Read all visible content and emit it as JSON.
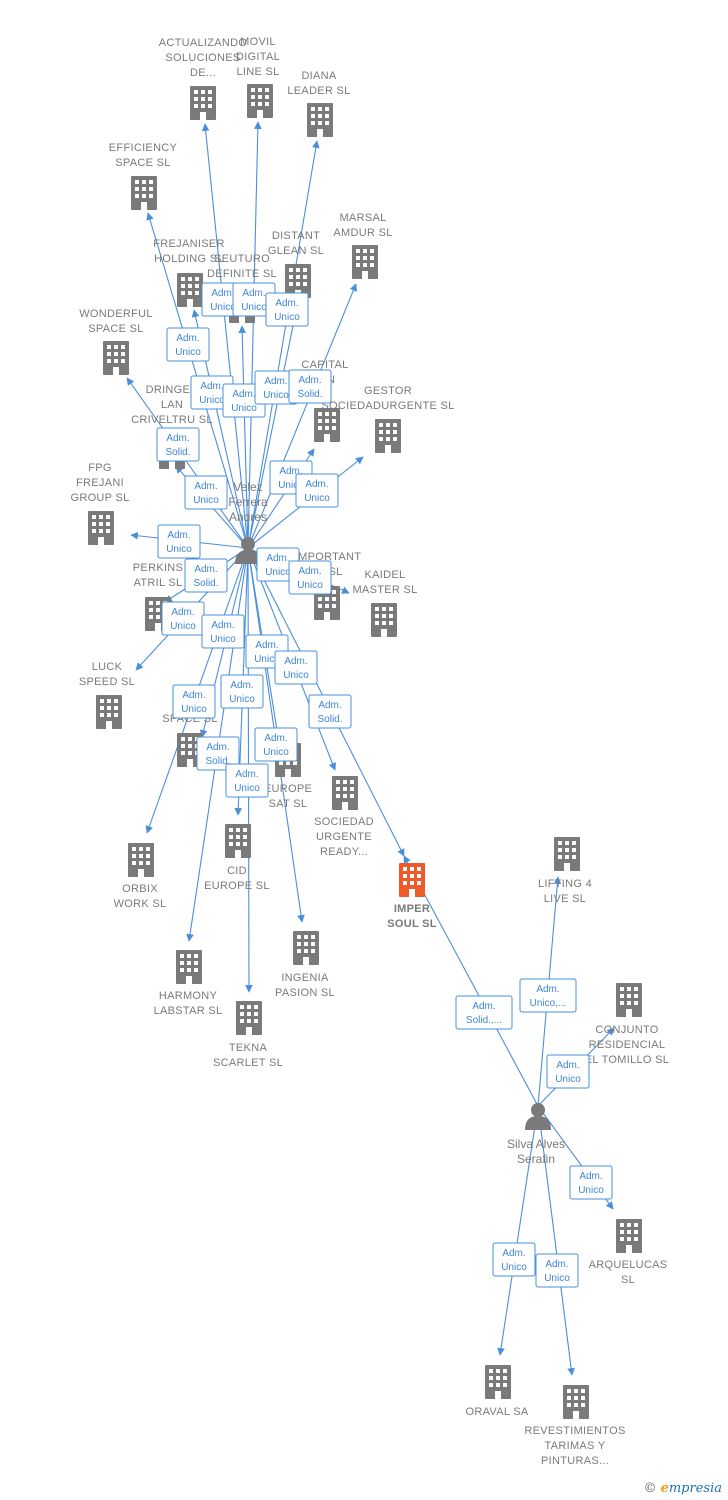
{
  "colors": {
    "edge": "#4a8fdc",
    "building": "#7a7a7a",
    "focus_building": "#f05a28",
    "person": "#7a7a7a",
    "label": "#7a7a7a"
  },
  "persons": [
    {
      "id": "velez",
      "lines": [
        "Velez",
        "Ferrera",
        "Andres"
      ]
    },
    {
      "id": "silva",
      "lines": [
        "Silva Alves",
        "Serafin"
      ]
    }
  ],
  "companies": [
    {
      "id": "actualizando",
      "lines": [
        "ACTUALIZANDO",
        "SOLUCIONES",
        "DE..."
      ]
    },
    {
      "id": "movil",
      "lines": [
        "MOVIL",
        "DIGITAL",
        "LINE SL"
      ]
    },
    {
      "id": "diana",
      "lines": [
        "DIANA",
        "LEADER SL"
      ]
    },
    {
      "id": "efficiency",
      "lines": [
        "EFFICIENCY",
        "SPACE SL"
      ]
    },
    {
      "id": "frejaniser",
      "lines": [
        "FREJANISER",
        "HOLDING SL"
      ]
    },
    {
      "id": "seuturo",
      "lines": [
        "SEUTURO",
        "DEFINITE SL"
      ]
    },
    {
      "id": "distant",
      "lines": [
        "DISTANT",
        "GLEAN SL"
      ]
    },
    {
      "id": "marsal",
      "lines": [
        "MARSAL",
        "AMDUR SL"
      ]
    },
    {
      "id": "wonderful",
      "lines": [
        "WONDERFUL",
        "SPACE SL"
      ]
    },
    {
      "id": "dringer",
      "lines": [
        "DRINGER",
        "LAN",
        "CRIVELTRU SL"
      ]
    },
    {
      "id": "capital",
      "lines": [
        "CAPITAL",
        "ION"
      ]
    },
    {
      "id": "gestor",
      "lines": [
        "GESTOR",
        "SOCIEDADURGENTE SL"
      ]
    },
    {
      "id": "fpg",
      "lines": [
        "FPG",
        "FREJANI",
        "GROUP SL"
      ]
    },
    {
      "id": "important",
      "lines": [
        "IMPORTANT",
        "ID SL"
      ]
    },
    {
      "id": "kaidel",
      "lines": [
        "KAIDEL",
        "MASTER SL"
      ]
    },
    {
      "id": "perkins",
      "lines": [
        "PERKINS",
        "ATRIL SL"
      ]
    },
    {
      "id": "luck",
      "lines": [
        "LUCK",
        "SPEED SL"
      ]
    },
    {
      "id": "space",
      "lines": [
        "S",
        "SPACE SL"
      ]
    },
    {
      "id": "europesat",
      "lines": [
        "EUROPE",
        "SAT SL"
      ]
    },
    {
      "id": "sociedad",
      "lines": [
        "SOCIEDAD",
        "URGENTE",
        "READY..."
      ]
    },
    {
      "id": "orbix",
      "lines": [
        "ORBIX",
        "WORK SL"
      ]
    },
    {
      "id": "cid",
      "lines": [
        "CID",
        "EUROPE SL"
      ]
    },
    {
      "id": "imper",
      "lines": [
        "IMPER",
        "SOUL SL"
      ]
    },
    {
      "id": "lifting",
      "lines": [
        "LIFTING 4",
        "LIVE SL"
      ]
    },
    {
      "id": "harmony",
      "lines": [
        "HARMONY",
        "LABSTAR SL"
      ]
    },
    {
      "id": "ingenia",
      "lines": [
        "INGENIA",
        "PASION SL"
      ]
    },
    {
      "id": "tekna",
      "lines": [
        "TEKNA",
        "SCARLET SL"
      ]
    },
    {
      "id": "conjunto",
      "lines": [
        "CONJUNTO",
        "RESIDENCIAL",
        "EL TOMILLO SL"
      ]
    },
    {
      "id": "arquelucas",
      "lines": [
        "ARQUELUCAS",
        "SL"
      ]
    },
    {
      "id": "oraval",
      "lines": [
        "ORAVAL SA"
      ]
    },
    {
      "id": "revestimientos",
      "lines": [
        "REVESTIMIENTOS",
        "TARIMAS Y",
        "PINTURAS..."
      ]
    }
  ],
  "roles": [
    {
      "id": "r1",
      "lines": [
        "Adm.",
        "Unico"
      ]
    },
    {
      "id": "r2",
      "lines": [
        "Adm.",
        "Unico"
      ]
    },
    {
      "id": "r3",
      "lines": [
        "Adm.",
        "Unico"
      ]
    },
    {
      "id": "r4",
      "lines": [
        "Adm.",
        "Unico"
      ]
    },
    {
      "id": "r5",
      "lines": [
        "Adm.",
        "Unico"
      ]
    },
    {
      "id": "r6",
      "lines": [
        "Adm.",
        "Unico"
      ]
    },
    {
      "id": "r7",
      "lines": [
        "Adm.",
        "Unico"
      ]
    },
    {
      "id": "r8",
      "lines": [
        "Adm.",
        "Solid."
      ]
    },
    {
      "id": "r9",
      "lines": [
        "Adm.",
        "Solid."
      ]
    },
    {
      "id": "r10",
      "lines": [
        "Adm.",
        "Unico"
      ]
    },
    {
      "id": "r11",
      "lines": [
        "Adm.",
        "Unico"
      ]
    },
    {
      "id": "r12",
      "lines": [
        "Adm.",
        "Unico"
      ]
    },
    {
      "id": "r13",
      "lines": [
        "Adm.",
        "Unico"
      ]
    },
    {
      "id": "r14",
      "lines": [
        "Adm.",
        "Unico"
      ]
    },
    {
      "id": "r15",
      "lines": [
        "Adm.",
        "Solid."
      ]
    },
    {
      "id": "r16",
      "lines": [
        "Adm.",
        "Unico"
      ]
    },
    {
      "id": "r17",
      "lines": [
        "Adm.",
        "Unico"
      ]
    },
    {
      "id": "r18",
      "lines": [
        "Adm.",
        "Unico"
      ]
    },
    {
      "id": "r19",
      "lines": [
        "Adm.",
        "Unico"
      ]
    },
    {
      "id": "r20",
      "lines": [
        "Adm.",
        "Unico"
      ]
    },
    {
      "id": "r21",
      "lines": [
        "Adm.",
        "Unico"
      ]
    },
    {
      "id": "r22",
      "lines": [
        "Adm.",
        "Unico"
      ]
    },
    {
      "id": "r23",
      "lines": [
        "Adm.",
        "Solid."
      ]
    },
    {
      "id": "r24",
      "lines": [
        "Adm.",
        "Unico"
      ]
    },
    {
      "id": "r25",
      "lines": [
        "Adm.",
        "Unico"
      ]
    },
    {
      "id": "r26",
      "lines": [
        "Adm.",
        "Solid."
      ]
    },
    {
      "id": "r27",
      "lines": [
        "Adm.",
        "Solid.,..."
      ]
    },
    {
      "id": "r28",
      "lines": [
        "Adm.",
        "Unico,..."
      ]
    },
    {
      "id": "r29",
      "lines": [
        "Adm.",
        "Unico"
      ]
    },
    {
      "id": "r30",
      "lines": [
        "Adm.",
        "Unico"
      ]
    },
    {
      "id": "r31",
      "lines": [
        "Adm.",
        "Unico"
      ]
    },
    {
      "id": "r32",
      "lines": [
        "Adm.",
        "Unico"
      ]
    }
  ],
  "edges": [
    {
      "from": "velez",
      "to": "actualizando"
    },
    {
      "from": "velez",
      "to": "movil"
    },
    {
      "from": "velez",
      "to": "diana"
    },
    {
      "from": "velez",
      "to": "efficiency"
    },
    {
      "from": "velez",
      "to": "frejaniser"
    },
    {
      "from": "velez",
      "to": "seuturo"
    },
    {
      "from": "velez",
      "to": "distant"
    },
    {
      "from": "velez",
      "to": "marsal"
    },
    {
      "from": "velez",
      "to": "wonderful"
    },
    {
      "from": "velez",
      "to": "dringer"
    },
    {
      "from": "velez",
      "to": "capital"
    },
    {
      "from": "velez",
      "to": "gestor"
    },
    {
      "from": "velez",
      "to": "fpg"
    },
    {
      "from": "velez",
      "to": "important"
    },
    {
      "from": "velez",
      "to": "kaidel"
    },
    {
      "from": "velez",
      "to": "perkins"
    },
    {
      "from": "velez",
      "to": "luck"
    },
    {
      "from": "velez",
      "to": "space"
    },
    {
      "from": "velez",
      "to": "europesat"
    },
    {
      "from": "velez",
      "to": "sociedad"
    },
    {
      "from": "velez",
      "to": "orbix"
    },
    {
      "from": "velez",
      "to": "cid"
    },
    {
      "from": "velez",
      "to": "imper"
    },
    {
      "from": "velez",
      "to": "harmony"
    },
    {
      "from": "velez",
      "to": "ingenia"
    },
    {
      "from": "velez",
      "to": "tekna"
    },
    {
      "from": "silva",
      "to": "imper"
    },
    {
      "from": "silva",
      "to": "lifting"
    },
    {
      "from": "silva",
      "to": "conjunto"
    },
    {
      "from": "silva",
      "to": "arquelucas"
    },
    {
      "from": "silva",
      "to": "oraval"
    },
    {
      "from": "silva",
      "to": "revestimientos"
    }
  ],
  "footer": {
    "copyright": "©",
    "brand_initial": "e",
    "brand_rest": "mpresia"
  }
}
